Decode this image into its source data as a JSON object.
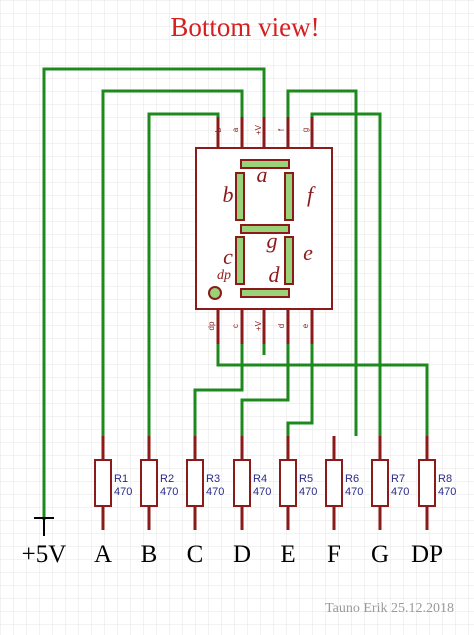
{
  "title": "Bottom view!",
  "credit": "Tauno Erik 25.12.2018",
  "colors": {
    "title": "#d42020",
    "wire": "#1e8a1e",
    "component": "#8b1a1a",
    "segment_fill": "#9ad27a",
    "grid": "#e4e4e4",
    "text": "#000000",
    "resistor_text": "#2a2a8a",
    "credit": "#9a9a9a"
  },
  "display": {
    "top_pins": [
      "b",
      "a",
      "+V",
      "f",
      "g"
    ],
    "bottom_pins": [
      "dp",
      "c",
      "+V",
      "d",
      "e"
    ],
    "segments": [
      "a",
      "b",
      "c",
      "d",
      "e",
      "f",
      "g"
    ],
    "dp_label": "dp"
  },
  "resistors": [
    {
      "ref": "R1",
      "value": "470"
    },
    {
      "ref": "R2",
      "value": "470"
    },
    {
      "ref": "R3",
      "value": "470"
    },
    {
      "ref": "R4",
      "value": "470"
    },
    {
      "ref": "R5",
      "value": "470"
    },
    {
      "ref": "R6",
      "value": "470"
    },
    {
      "ref": "R7",
      "value": "470"
    },
    {
      "ref": "R8",
      "value": "470"
    }
  ],
  "terminals": [
    "+5V",
    "A",
    "B",
    "C",
    "D",
    "E",
    "F",
    "G",
    "DP"
  ]
}
